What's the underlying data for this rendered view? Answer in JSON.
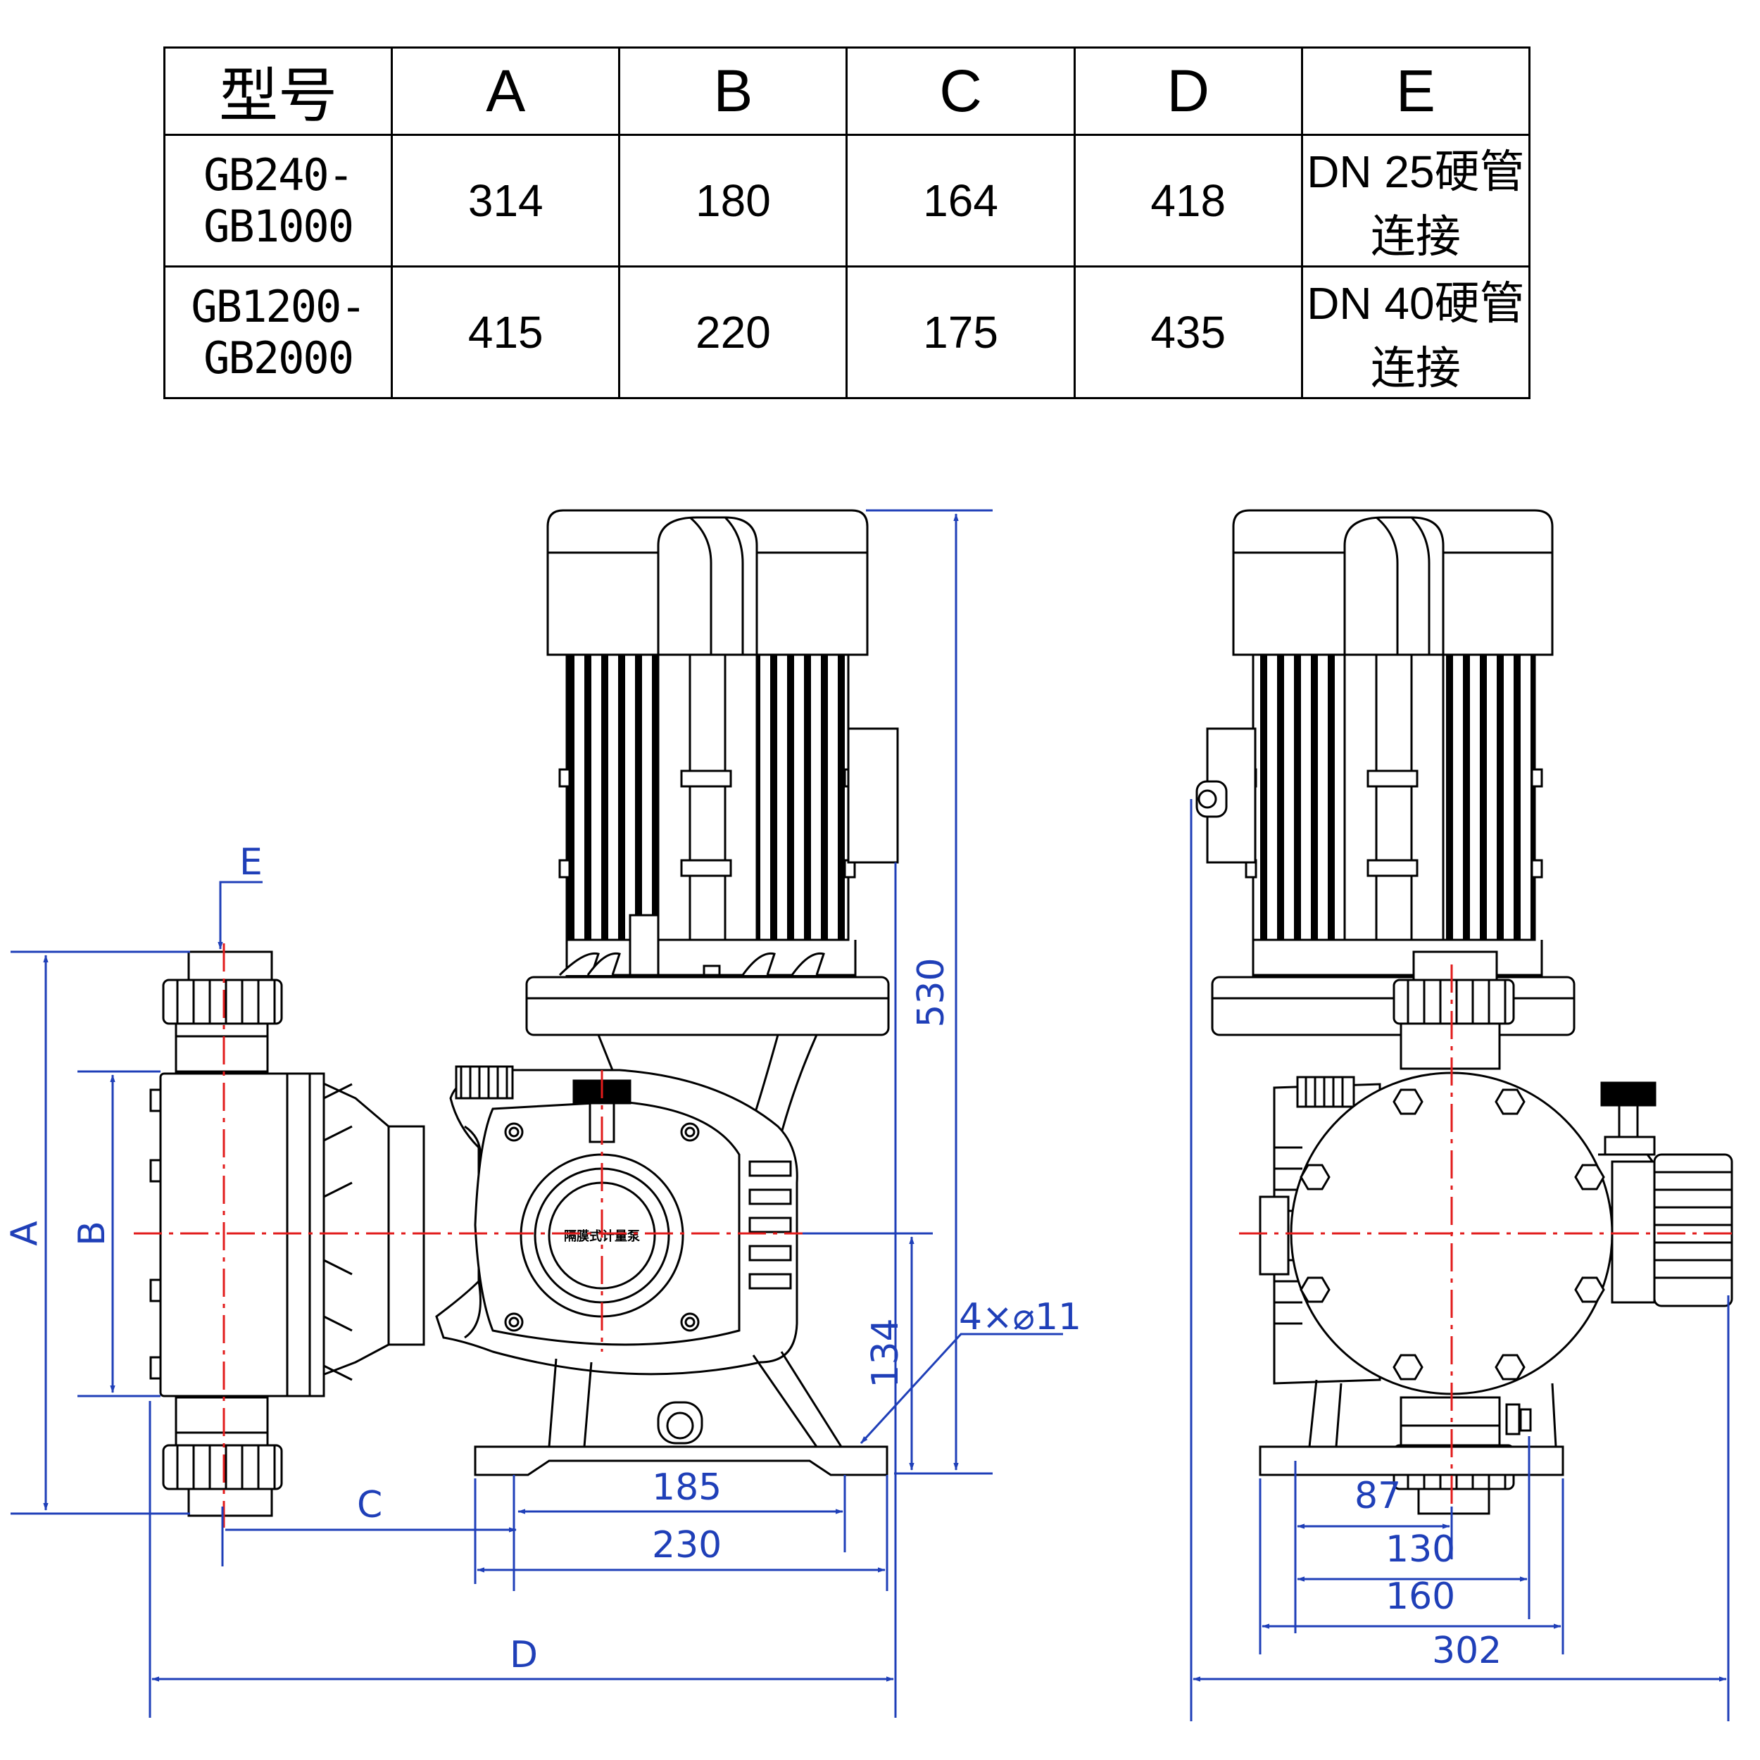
{
  "table": {
    "headers": [
      "型号",
      "A",
      "B",
      "C",
      "D",
      "E"
    ],
    "rows": [
      [
        "GB240-GB1000",
        "314",
        "180",
        "164",
        "418",
        "DN 25硬管连接"
      ],
      [
        "GB1200-GB2000",
        "415",
        "220",
        "175",
        "435",
        "DN 40硬管连接"
      ]
    ]
  },
  "front_view": {
    "nameplate": "隔膜式计量泵",
    "dims": {
      "a": "A",
      "b": "B",
      "c": "C",
      "d": "D",
      "e": "E",
      "height": "530",
      "base_height": "134",
      "holes": "4×⌀11",
      "hole_span": "185",
      "base_width": "230"
    }
  },
  "side_view": {
    "dims": {
      "d87": "87",
      "d130": "130",
      "d160": "160",
      "d302": "302"
    }
  },
  "colors": {
    "dimension": "#1f3fb8",
    "centerline": "#e21b1b",
    "outline": "#000000"
  }
}
